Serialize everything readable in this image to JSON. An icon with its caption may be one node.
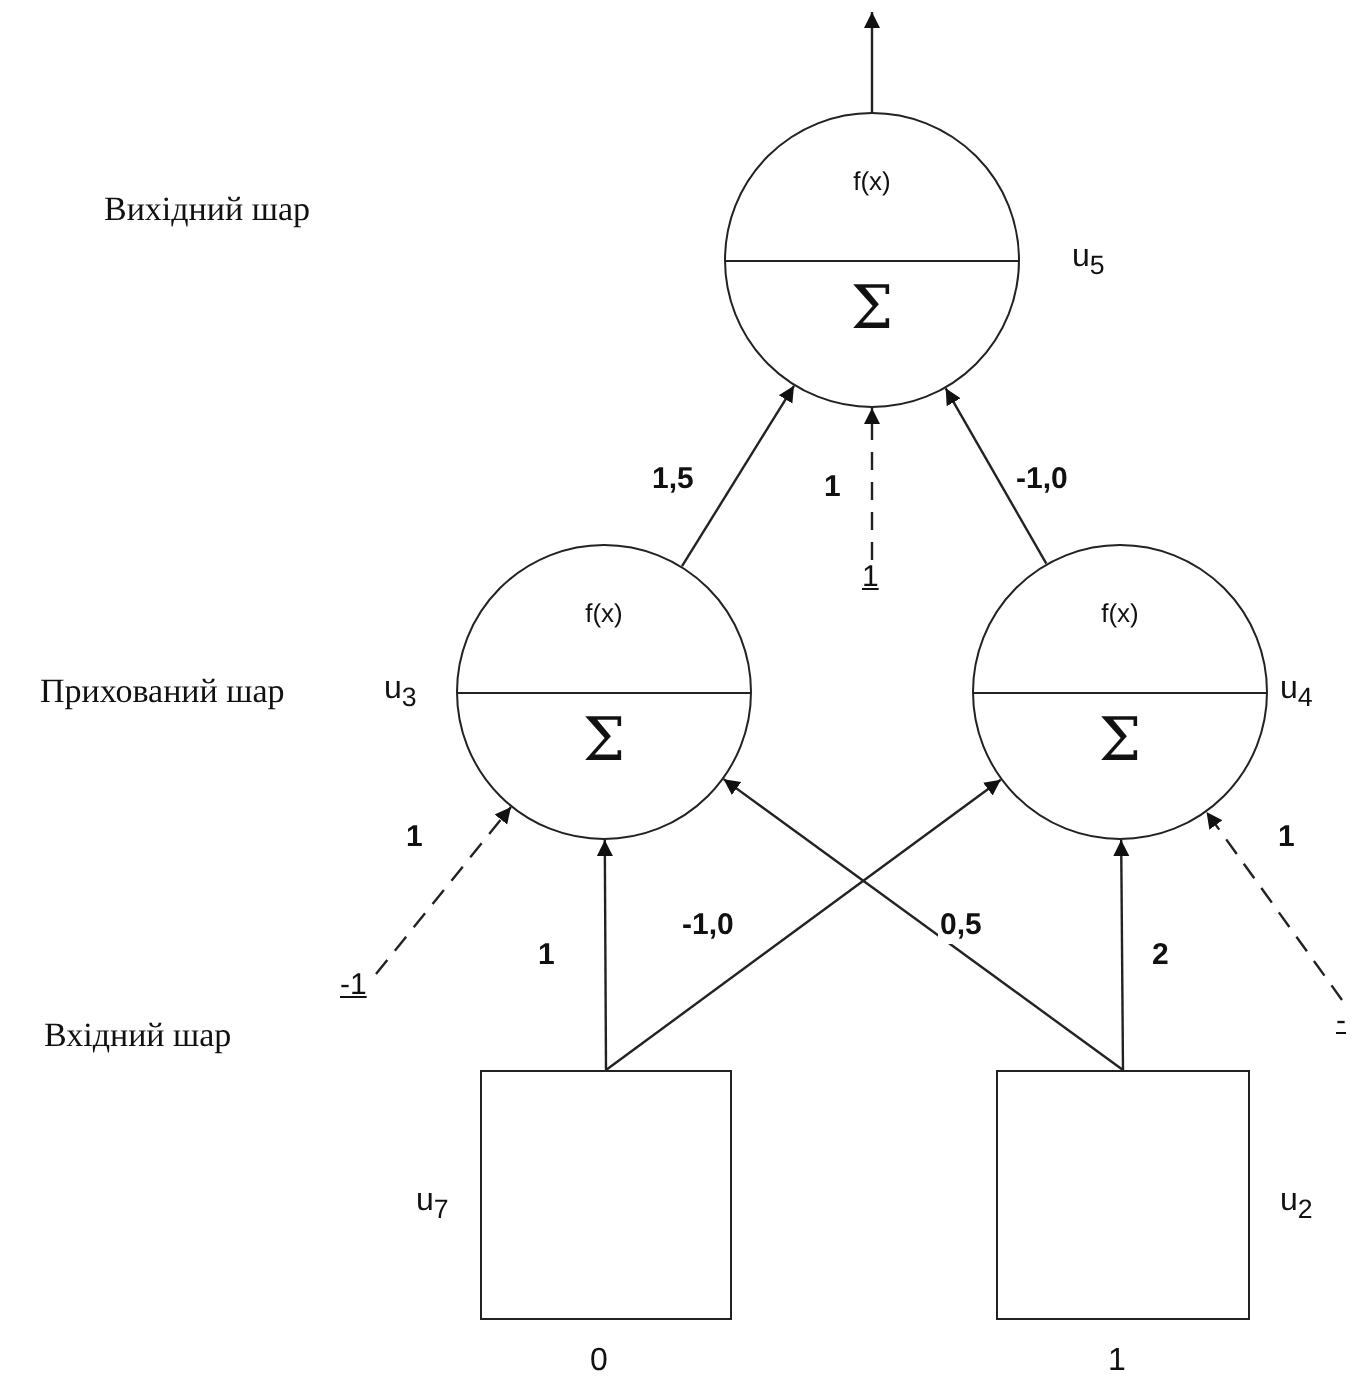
{
  "diagram": {
    "nodes": [
      {
        "text": [
          "f(x)",
          "Σ"
        ],
        "beside": [
          "u$_{5}$"
        ]
      },
      {
        "text": [
          "f(x)",
          "Σ"
        ],
        "beside": [
          "u$_{3}$"
        ]
      },
      {
        "text": [
          "f(x)",
          "Σ"
        ],
        "beside": [
          "u$_{4}$"
        ]
      },
      {
        "text": [],
        "shape": "box",
        "beside": [
          "u$_{7}$",
          "0"
        ]
      },
      {
        "text": [],
        "shape": "box",
        "beside": [
          "u$_{2}$",
          "1"
        ]
      },
      {
        "text": [
          "1"
        ]
      },
      {
        "text": [
          "-1"
        ]
      },
      {
        "text": [
          "-"
        ]
      }
    ],
    "edges": [
      {
        "from": 0,
        "to": null,
        "arrow": "to"
      },
      {
        "from": 1,
        "to": 0,
        "arrow": "to",
        "label": "1,5"
      },
      {
        "from": 5,
        "to": 0,
        "arrow": "to",
        "label": "1",
        "style": "dashed"
      },
      {
        "from": 2,
        "to": 0,
        "arrow": "to",
        "label": "-1,0"
      },
      {
        "from": 6,
        "to": 1,
        "arrow": "to",
        "label": "1",
        "style": "dashed"
      },
      {
        "from": 3,
        "to": 1,
        "arrow": "to",
        "label": "1"
      },
      {
        "from": 3,
        "to": 2,
        "arrow": "to",
        "label": "-1,0"
      },
      {
        "from": 4,
        "to": 1,
        "arrow": "to",
        "label": "0,5"
      },
      {
        "from": 4,
        "to": 2,
        "arrow": "to",
        "label": "2"
      },
      {
        "from": 7,
        "to": 2,
        "arrow": "to",
        "label": "1",
        "style": "dashed"
      }
    ],
    "labels": [
      "Вихідний шар",
      "Прихований шар",
      "Вхідний шар"
    ]
  }
}
